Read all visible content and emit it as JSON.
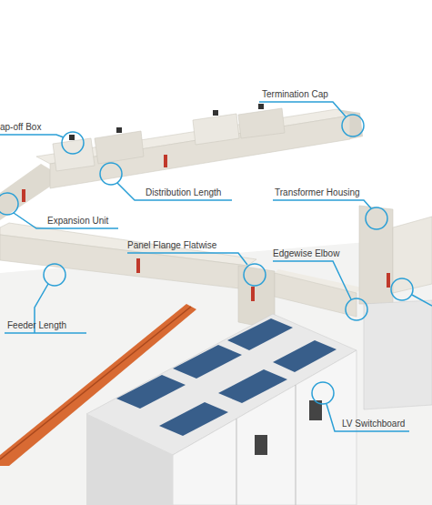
{
  "diagram": {
    "labels": [
      "ap-off Box",
      "Termination Cap",
      "Distribution Length",
      "Expansion Unit",
      "Transformer Housing",
      "Panel Flange Flatwise",
      "Edgewise Elbow",
      "Feeder Length",
      "LV Switchboard"
    ]
  }
}
